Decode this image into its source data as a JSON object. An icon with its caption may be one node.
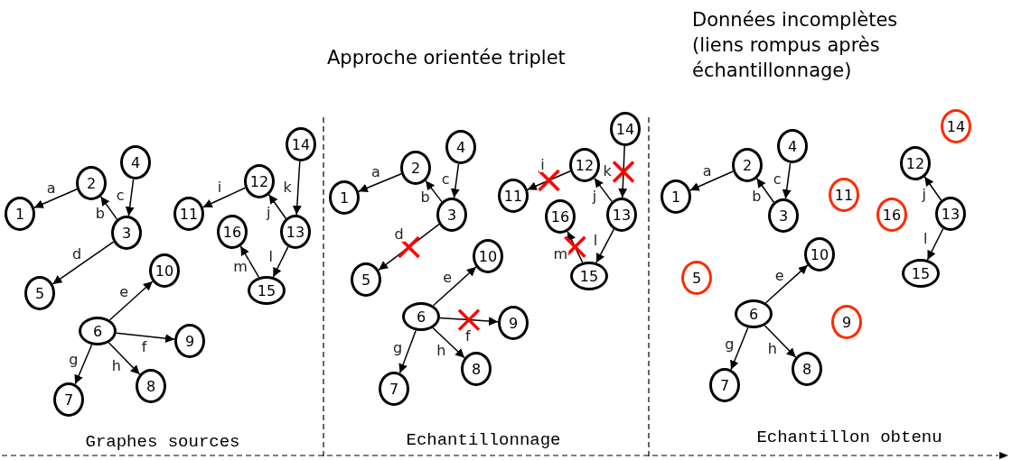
{
  "diagram": {
    "title": "Approche orientée triplet",
    "nodes": [
      {
        "text": [
          "1"
        ]
      },
      {
        "text": [
          "2"
        ]
      },
      {
        "text": [
          "3"
        ]
      },
      {
        "text": [
          "4"
        ]
      },
      {
        "text": [
          "5"
        ]
      },
      {
        "text": [
          "6"
        ]
      },
      {
        "text": [
          "7"
        ]
      },
      {
        "text": [
          "8"
        ]
      },
      {
        "text": [
          "9"
        ]
      },
      {
        "text": [
          "10"
        ]
      },
      {
        "text": [
          "11"
        ]
      },
      {
        "text": [
          "12"
        ]
      },
      {
        "text": [
          "13"
        ]
      },
      {
        "text": [
          "14"
        ]
      },
      {
        "text": [
          "15"
        ]
      },
      {
        "text": [
          "16"
        ]
      },
      {
        "text": [
          "1"
        ]
      },
      {
        "text": [
          "2"
        ]
      },
      {
        "text": [
          "3"
        ]
      },
      {
        "text": [
          "4"
        ]
      },
      {
        "text": [
          "5"
        ]
      },
      {
        "text": [
          "6"
        ]
      },
      {
        "text": [
          "7"
        ]
      },
      {
        "text": [
          "8"
        ]
      },
      {
        "text": [
          "9"
        ]
      },
      {
        "text": [
          "10"
        ]
      },
      {
        "text": [
          "11"
        ]
      },
      {
        "text": [
          "12"
        ]
      },
      {
        "text": [
          "13"
        ]
      },
      {
        "text": [
          "14"
        ]
      },
      {
        "text": [
          "15"
        ]
      },
      {
        "text": [
          "16"
        ]
      },
      {
        "text": [
          "1"
        ]
      },
      {
        "text": [
          "2"
        ]
      },
      {
        "text": [
          "3"
        ]
      },
      {
        "text": [
          "4"
        ]
      },
      {
        "text": [
          "5"
        ]
      },
      {
        "text": [
          "6"
        ]
      },
      {
        "text": [
          "7"
        ]
      },
      {
        "text": [
          "8"
        ]
      },
      {
        "text": [
          "9"
        ]
      },
      {
        "text": [
          "10"
        ]
      },
      {
        "text": [
          "11"
        ]
      },
      {
        "text": [
          "12"
        ]
      },
      {
        "text": [
          "13"
        ]
      },
      {
        "text": [
          "14"
        ]
      },
      {
        "text": [
          "15"
        ]
      },
      {
        "text": [
          "16"
        ]
      }
    ],
    "edges": [
      {
        "from": 1,
        "to": 0,
        "arrow": "to",
        "label": "a"
      },
      {
        "from": 2,
        "to": 1,
        "arrow": "to",
        "label": "b"
      },
      {
        "from": 3,
        "to": 2,
        "arrow": "to",
        "label": "c"
      },
      {
        "from": 2,
        "to": 4,
        "arrow": "to",
        "label": "d"
      },
      {
        "from": 5,
        "to": 9,
        "arrow": "to",
        "label": "e"
      },
      {
        "from": 5,
        "to": 8,
        "arrow": "to",
        "label": "f"
      },
      {
        "from": 5,
        "to": 6,
        "arrow": "to",
        "label": "g"
      },
      {
        "from": 5,
        "to": 7,
        "arrow": "to",
        "label": "h"
      },
      {
        "from": 11,
        "to": 10,
        "arrow": "to",
        "label": "i"
      },
      {
        "from": 12,
        "to": 11,
        "arrow": "to",
        "label": "j"
      },
      {
        "from": 13,
        "to": 12,
        "arrow": "to",
        "label": "k"
      },
      {
        "from": 12,
        "to": 14,
        "arrow": "to",
        "label": "l"
      },
      {
        "from": 14,
        "to": 15,
        "arrow": "to",
        "label": "m"
      },
      {
        "from": 17,
        "to": 16,
        "arrow": "to",
        "label": "a"
      },
      {
        "from": 18,
        "to": 17,
        "arrow": "to",
        "label": "b"
      },
      {
        "from": 19,
        "to": 18,
        "arrow": "to",
        "label": "c"
      },
      {
        "from": 18,
        "to": 20,
        "arrow": "to",
        "label": "d"
      },
      {
        "from": 21,
        "to": 25,
        "arrow": "to",
        "label": "e"
      },
      {
        "from": 21,
        "to": 24,
        "arrow": "to",
        "label": "f"
      },
      {
        "from": 21,
        "to": 22,
        "arrow": "to",
        "label": "g"
      },
      {
        "from": 21,
        "to": 23,
        "arrow": "to",
        "label": "h"
      },
      {
        "from": 27,
        "to": 26,
        "arrow": "to",
        "label": "i"
      },
      {
        "from": 28,
        "to": 27,
        "arrow": "to",
        "label": "j"
      },
      {
        "from": 29,
        "to": 28,
        "arrow": "to",
        "label": "k"
      },
      {
        "from": 28,
        "to": 30,
        "arrow": "to",
        "label": "l"
      },
      {
        "from": 30,
        "to": 31,
        "arrow": "to",
        "label": "m"
      },
      {
        "from": 33,
        "to": 32,
        "arrow": "to",
        "label": "a"
      },
      {
        "from": 34,
        "to": 33,
        "arrow": "to",
        "label": "b"
      },
      {
        "from": 35,
        "to": 34,
        "arrow": "to",
        "label": "c"
      },
      {
        "from": 37,
        "to": 41,
        "arrow": "to",
        "label": "e"
      },
      {
        "from": 37,
        "to": 38,
        "arrow": "to",
        "label": "g"
      },
      {
        "from": 37,
        "to": 39,
        "arrow": "to",
        "label": "h"
      },
      {
        "from": 44,
        "to": 43,
        "arrow": "to",
        "label": "j"
      },
      {
        "from": 44,
        "to": 46,
        "arrow": "to",
        "label": "l"
      }
    ],
    "labels": [
      "Données incomplètes (liens rompus après échantillonnage)",
      "Graphes sources",
      "Echantillonnage",
      "Echantillon obtenu"
    ]
  }
}
